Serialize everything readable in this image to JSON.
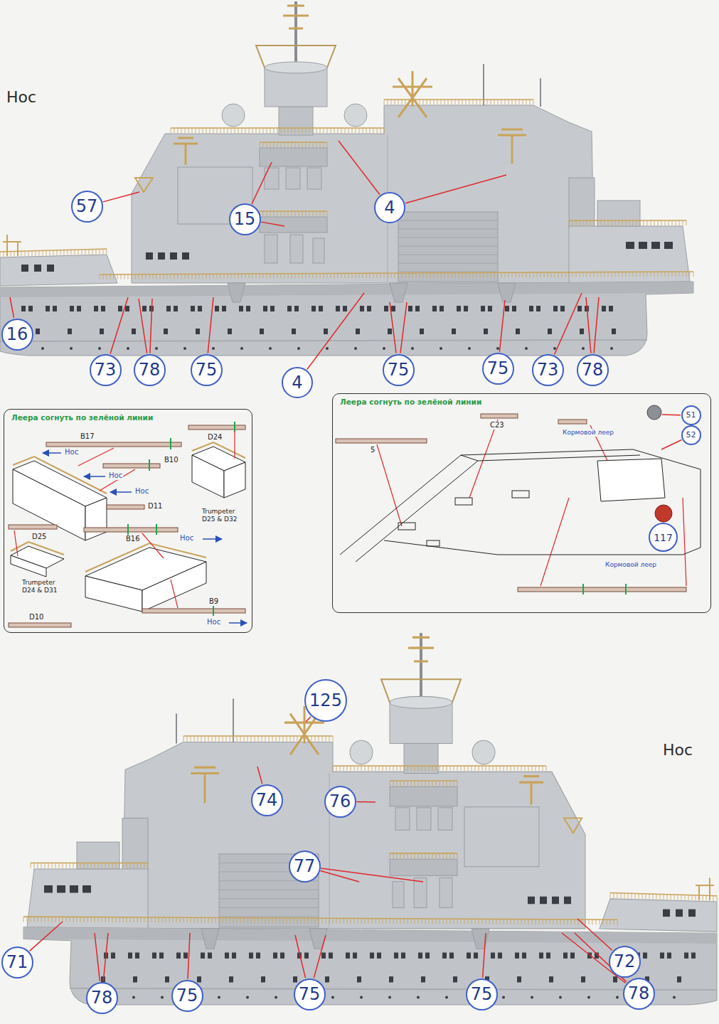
{
  "diagram": {
    "nodes": [
      {
        "text": [
          "57"
        ]
      },
      {
        "text": [
          "15"
        ]
      },
      {
        "text": [
          "4"
        ]
      },
      {
        "text": [
          "16"
        ]
      },
      {
        "text": [
          "73"
        ]
      },
      {
        "text": [
          "78"
        ]
      },
      {
        "text": [
          "75"
        ]
      },
      {
        "text": [
          "4"
        ]
      },
      {
        "text": [
          "75"
        ]
      },
      {
        "text": [
          "75"
        ]
      },
      {
        "text": [
          "73"
        ]
      },
      {
        "text": [
          "78"
        ]
      },
      {
        "text": [
          "Леера согнуть по зелёной линии"
        ]
      },
      {
        "text": [
          "Леера согнуть по зелёной линии"
        ]
      },
      {
        "text": [
          "51"
        ],
        "in": 13
      },
      {
        "text": [
          "52"
        ],
        "in": 13
      },
      {
        "text": [
          "117"
        ],
        "in": 13
      },
      {
        "text": [
          "125"
        ]
      },
      {
        "text": [
          "74"
        ]
      },
      {
        "text": [
          "76"
        ]
      },
      {
        "text": [
          "77"
        ]
      },
      {
        "text": [
          "71"
        ]
      },
      {
        "text": [
          "72"
        ]
      },
      {
        "text": [
          "78"
        ]
      },
      {
        "text": [
          "75"
        ]
      },
      {
        "text": [
          "75"
        ]
      },
      {
        "text": [
          "75"
        ]
      },
      {
        "text": [
          "78"
        ]
      }
    ],
    "labels": [
      "Нос",
      "B17",
      "Нос",
      "D24",
      "B10",
      "Нос",
      "Нос",
      "D11",
      "Trumpeter D25 & D32",
      "D25",
      "B16",
      "Нос",
      "Trumpeter D24 & D31",
      "B9",
      "Нос",
      "D10",
      "C23",
      "Кормовой леер",
      "5",
      "Кормовой леер",
      "Нос"
    ]
  }
}
